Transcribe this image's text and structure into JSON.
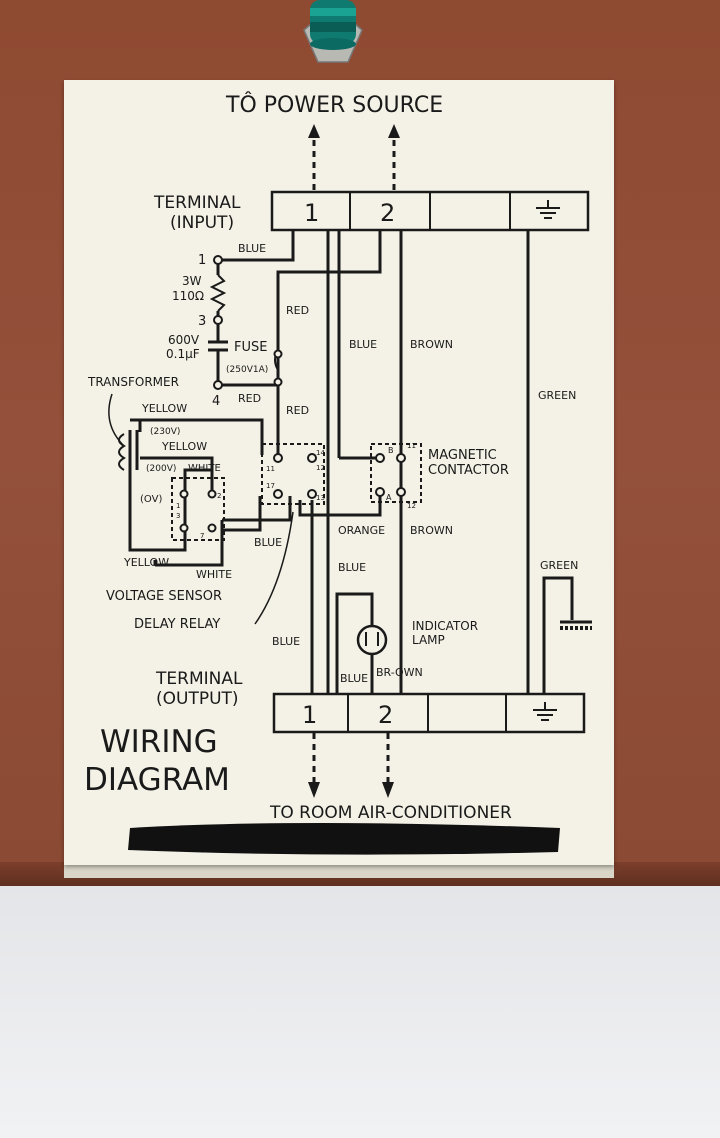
{
  "diagram": {
    "top_label": "TÔ POWER SOURCE",
    "bottom_label": "TO ROOM AIR-CONDITIONER",
    "title_line1": "WIRING",
    "title_line2": "DIAGRAM",
    "terminal_input": {
      "line1": "TERMINAL",
      "line2": "(INPUT)",
      "slot1": "1",
      "slot2": "2"
    },
    "terminal_output": {
      "line1": "TERMINAL",
      "line2": "(OUTPUT)",
      "slot1": "1",
      "slot2": "2"
    },
    "resistor": {
      "pin1": "1",
      "pin3": "3",
      "power": "3W",
      "value": "110Ω"
    },
    "capacitor": {
      "voltage": "600V",
      "value": "0.1μF",
      "pin4": "4"
    },
    "fuse": {
      "label": "FUSE",
      "rating": "(250V1A)"
    },
    "transformer": {
      "label": "TRANSFORMER",
      "tap_230": "(230V)",
      "tap_200": "(200V)",
      "tap_0": "(OV)"
    },
    "wires": {
      "blue_top": "BLUE",
      "red_1": "RED",
      "red_2": "RED",
      "red_3": "RED",
      "blue_mid": "BLUE",
      "brown_mid": "BROWN",
      "green_1": "GREEN",
      "green_2": "GREEN",
      "yellow_1": "YELLOW",
      "yellow_2": "YELLOW",
      "yellow_3": "YELLOW",
      "white_1": "WHITE",
      "white_2": "WHITE",
      "orange": "ORANGE",
      "brown_low": "BROWN",
      "blue_low1": "BLUE",
      "blue_low2": "BLUE",
      "blue_low3": "BLUE",
      "blue_low4": "BLUE",
      "brown_lamp": "BR-OWN"
    },
    "components": {
      "magnetic_line1": "MAGNETIC",
      "magnetic_line2": "CONTACTOR",
      "voltage_sensor": "VOLTAGE SENSOR",
      "delay_relay": "DELAY RELAY",
      "indicator_line1": "INDICATOR",
      "indicator_line2": "LAMP"
    },
    "pins": {
      "relay_11": "11",
      "relay_14": "14",
      "relay_12": "12",
      "relay_17": "17",
      "relay_13": "13",
      "mc_b": "B",
      "mc_11": "11",
      "mc_a": "A",
      "mc_12": "12",
      "vs_1": "1",
      "vs_2": "2",
      "vs_3": "3",
      "vs_7": "7"
    }
  }
}
